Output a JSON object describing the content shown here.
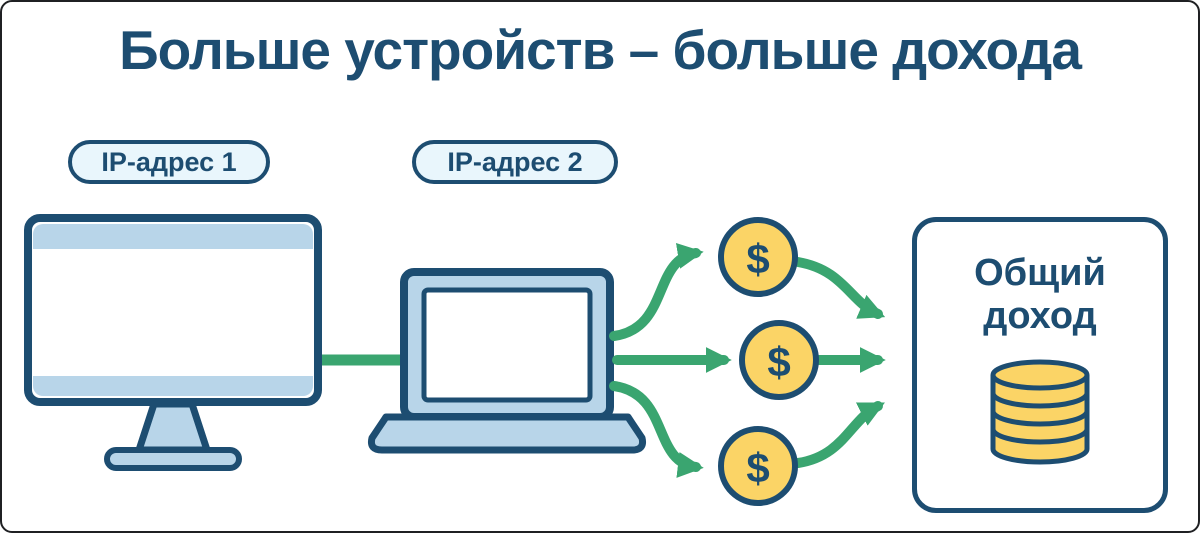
{
  "title": "Больше устройств – больше дохода",
  "labels": {
    "ip1": "IP-адрес 1",
    "ip2": "IP-адрес 2"
  },
  "income_box": {
    "lines": [
      "Общий",
      "доход"
    ]
  },
  "coins": {
    "symbol": "$",
    "count": 3
  },
  "colors": {
    "navy": "#1d4d71",
    "green": "#3aa570",
    "coin_yellow": "#fbd466",
    "device_blue": "#b8d5e9",
    "pill_bg": "#e9f6fc",
    "background": "#ffffff"
  }
}
